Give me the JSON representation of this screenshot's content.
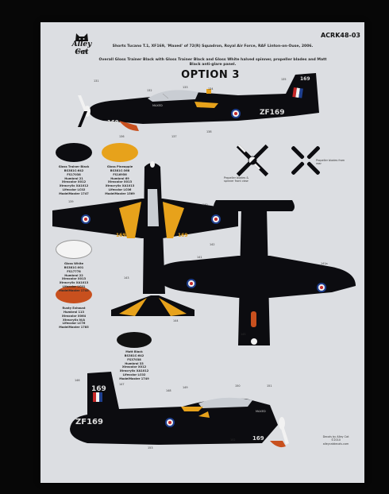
{
  "header": {
    "brand": "Alley Cat",
    "brand_sub": "Decals",
    "code": "ACRK48-03",
    "title": "Shorts Tucano T.1, XF169, 'Maxed' of 72(R) Squadron, Royal Air Force, RAF Linton-on-Ouse, 2006.",
    "description": "Overall Gloss Trainer Black with Gloss Trainer Black and Gloss White halved spinner, propeller blades and Matt Black anti-glare panel.",
    "option": "OPTION 3"
  },
  "aircraft": {
    "serial": "ZF169",
    "fin_code": "169",
    "nose_code": "169",
    "name": "MAXED"
  },
  "colors": {
    "sheet": "#dcdee2",
    "black": "#0c0c10",
    "yellow": "#e7a21b",
    "white": "#f2f2f2",
    "rust": "#c8501e",
    "roundel_blue": "#1e3f8f",
    "roundel_red": "#c62828"
  },
  "paints": [
    {
      "id": "gloss-trainer-black",
      "lines": [
        "Gloss Trainer Black",
        "BS381C:642",
        "FS17038",
        "Humbrol 21",
        "Xtracolor X012",
        "Xtracrylix XA1012",
        "Lifecolor LC02",
        "ModelMaster 1747"
      ]
    },
    {
      "id": "gloss-pineapple",
      "lines": [
        "Gloss Pineapple",
        "BS381C:368",
        "FS16956",
        "Humbrol 69",
        "Xtracolor X013",
        "Xtracrylix XA1013",
        "Lifecolor LC06",
        "ModelMaster 1569"
      ]
    },
    {
      "id": "gloss-white",
      "lines": [
        "Gloss White",
        "BS381C:001",
        "FS17778",
        "Humbrol 22",
        "Xtracolor X013",
        "Xtracrylix XA1013",
        "Lifecolor LC01",
        "ModelMaster 1745"
      ]
    },
    {
      "id": "rusty-exhaust",
      "lines": [
        "Rusty Exhaust",
        "Humbrol 113",
        "Xtracolor X064",
        "Xtracrylix N/A",
        "Lifecolor LC76",
        "ModelMaster 1785"
      ]
    },
    {
      "id": "matt-black",
      "lines": [
        "Matt Black",
        "BS381C:642",
        "FS37038",
        "Humbrol 33",
        "Xtracolor X012",
        "Xtracrylix XA1012",
        "Lifecolor LC02",
        "ModelMaster 1749"
      ]
    }
  ],
  "notes": {
    "prop_left": "Propeller blades & spinner front view",
    "prop_right": "Propeller blades from rear"
  },
  "stencil_refs": [
    "131",
    "132",
    "133",
    "134",
    "135",
    "136",
    "137",
    "138",
    "139",
    "140",
    "141",
    "141a",
    "142",
    "143",
    "144",
    "145",
    "146",
    "147",
    "148",
    "149",
    "150",
    "151",
    "152",
    "153"
  ],
  "footer": {
    "lines": [
      "Decals by Alley Cat",
      "©2010",
      "alleycatdecals.com"
    ]
  }
}
